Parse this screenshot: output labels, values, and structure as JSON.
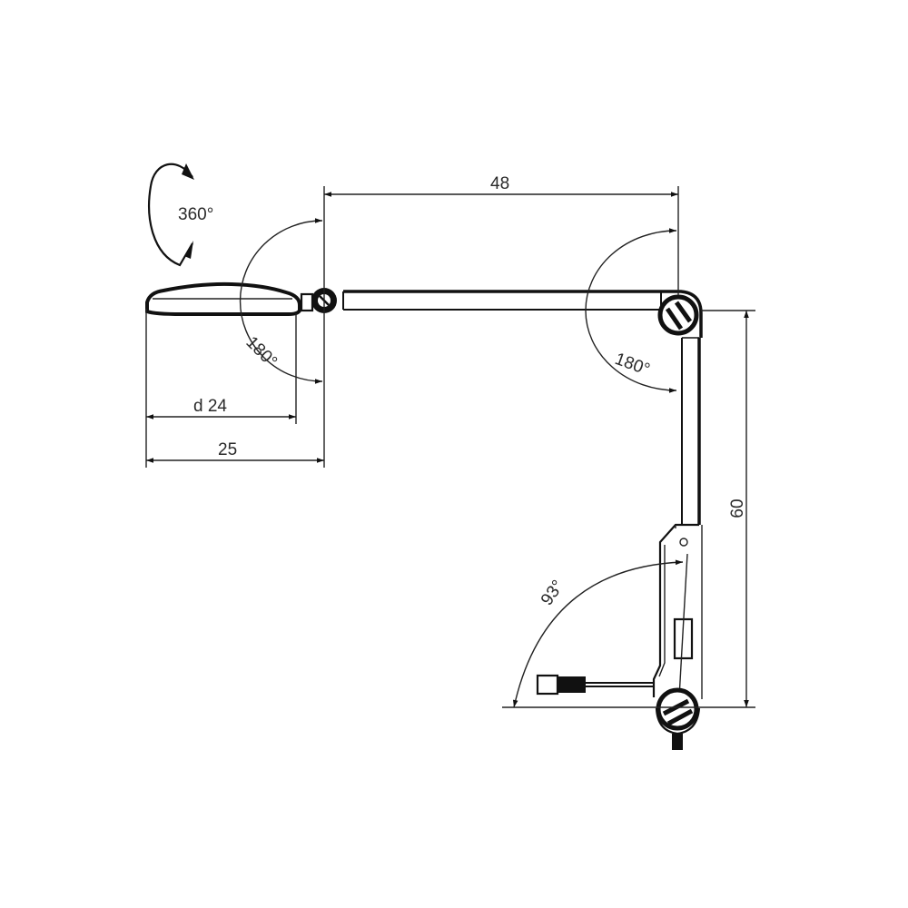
{
  "diagram": {
    "subject": "Articulated arm lamp technical drawing",
    "colors": {
      "line": "#111111",
      "text": "#2a2a2a",
      "background": "#ffffff"
    },
    "rotation": {
      "label": "360°"
    },
    "dimensions": {
      "arm_length": "48",
      "head_diameter": "d 24",
      "head_offset": "25",
      "height": "60"
    },
    "angles": {
      "head_joint": "180°",
      "elbow_joint": "180°",
      "base_tilt": "93°"
    }
  }
}
